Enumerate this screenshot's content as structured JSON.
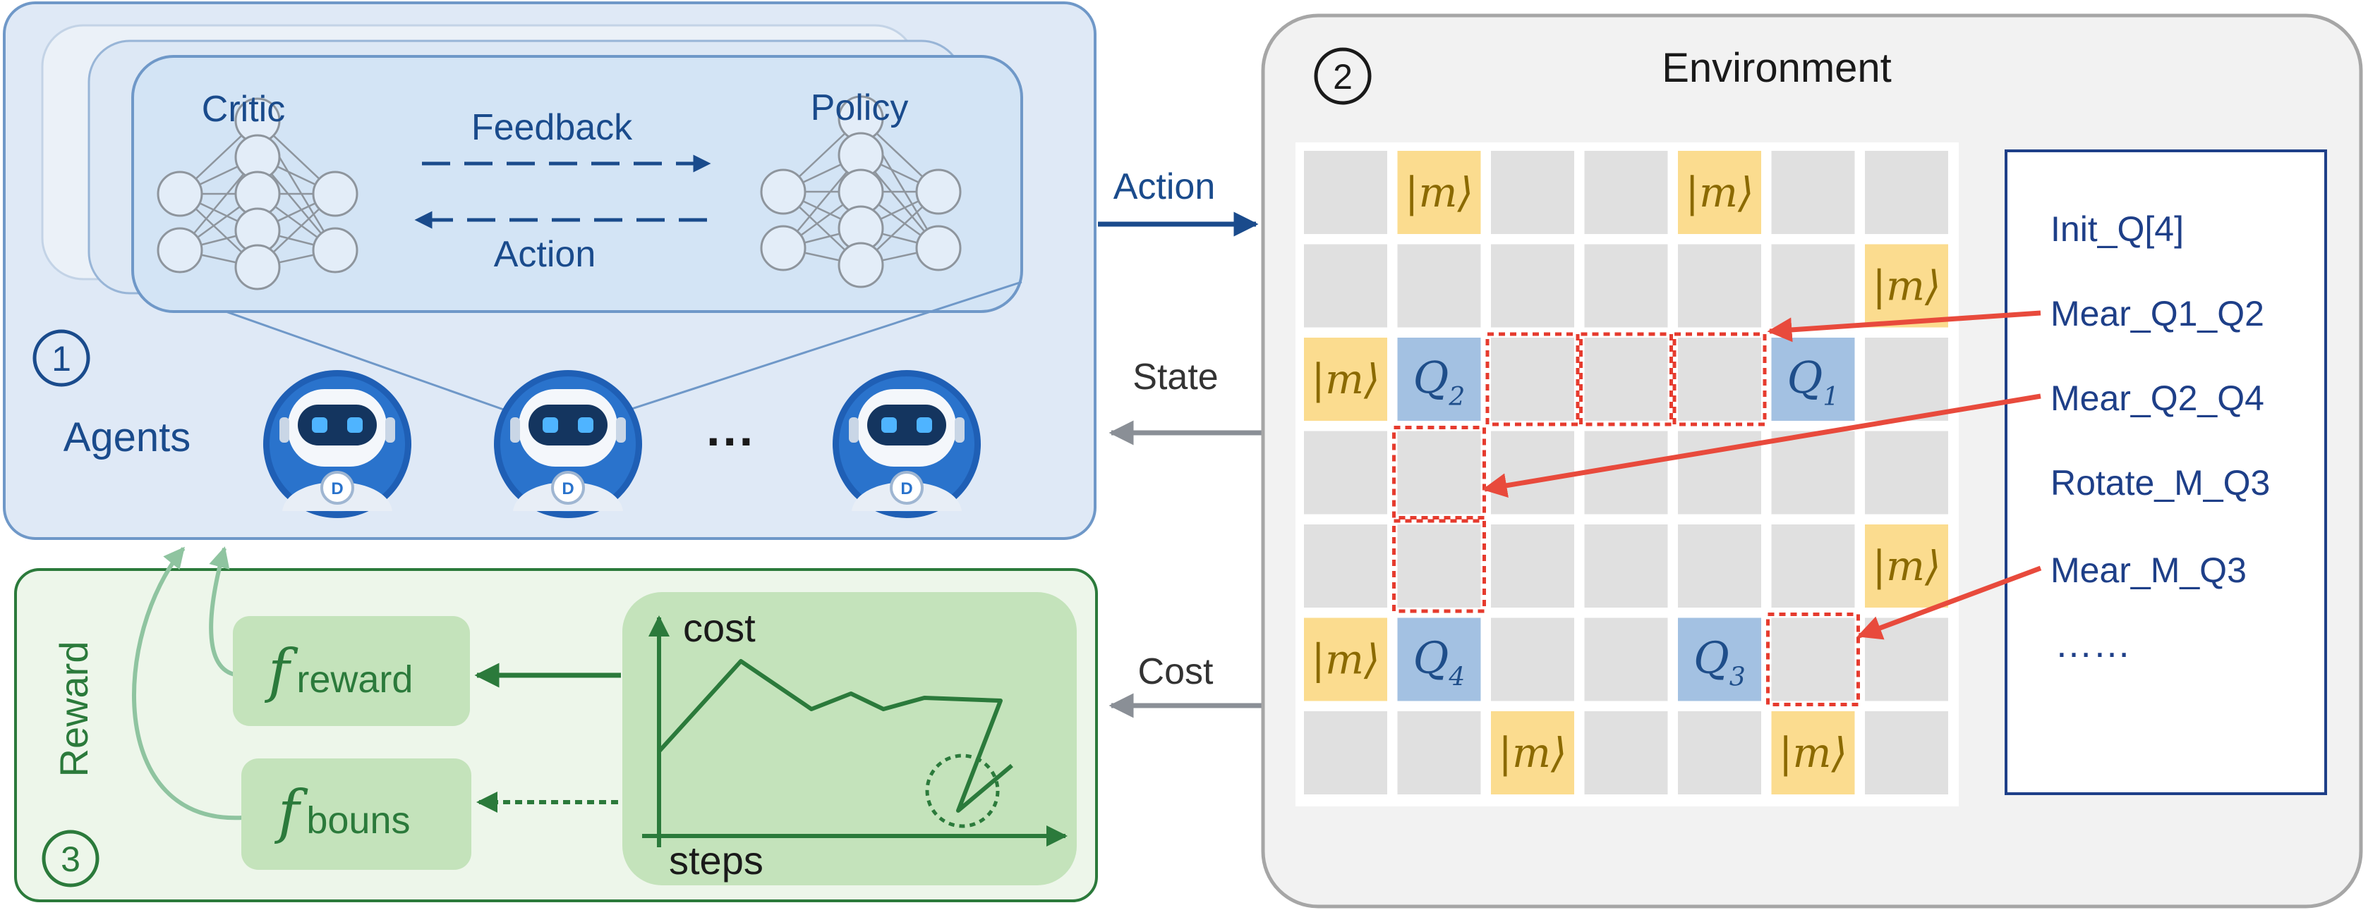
{
  "agents_panel": {
    "number": "1",
    "label": "Agents",
    "critic_label": "Critic",
    "policy_label": "Policy",
    "feedback_label": "Feedback",
    "action_label": "Action",
    "ellipsis": "···"
  },
  "connectors": {
    "action": "Action",
    "state": "State",
    "cost": "Cost"
  },
  "environment_panel": {
    "number": "2",
    "title": "Environment",
    "magic_state_label": "|m⟩",
    "qubits": [
      "Q",
      "Q",
      "Q",
      "Q"
    ],
    "qubit_subscripts": [
      "1",
      "2",
      "3",
      "4"
    ],
    "instructions": [
      "Init_Q[4]",
      "Mear_Q1_Q2",
      "Mear_Q2_Q4",
      "Rotate_M_Q3",
      "Mear_M_Q3",
      "……"
    ]
  },
  "reward_panel": {
    "number": "3",
    "label": "Reward",
    "f_symbol": "f",
    "reward_subscript": "reward",
    "bonus_subscript": "bouns",
    "chart_ylabel": "cost",
    "chart_xlabel": "steps"
  },
  "colors": {
    "agents_bg": "#dfe9f6",
    "agents_border": "#6f98c8",
    "agent_card": "#d3e4f5",
    "dark_blue": "#1a4b8c",
    "env_bg": "#f2f2f2",
    "env_border": "#a6a6a6",
    "grid_cell": "#e0e0e0",
    "magic_cell": "#fbdc8f",
    "magic_text": "#8b6a00",
    "qubit_cell": "#a3c1e2",
    "qubit_text": "#1f4e8a",
    "path_red": "#e63b2e",
    "arrow_red": "#e84a3c",
    "gray_arrow": "#8a8f96",
    "reward_bg": "#edf6ea",
    "reward_border": "#2b7a3b",
    "green_box": "#c4e3bb",
    "green_text": "#2b7a3b",
    "light_green_arrow": "#8fc4a0",
    "instr_text": "#1e3f88"
  }
}
